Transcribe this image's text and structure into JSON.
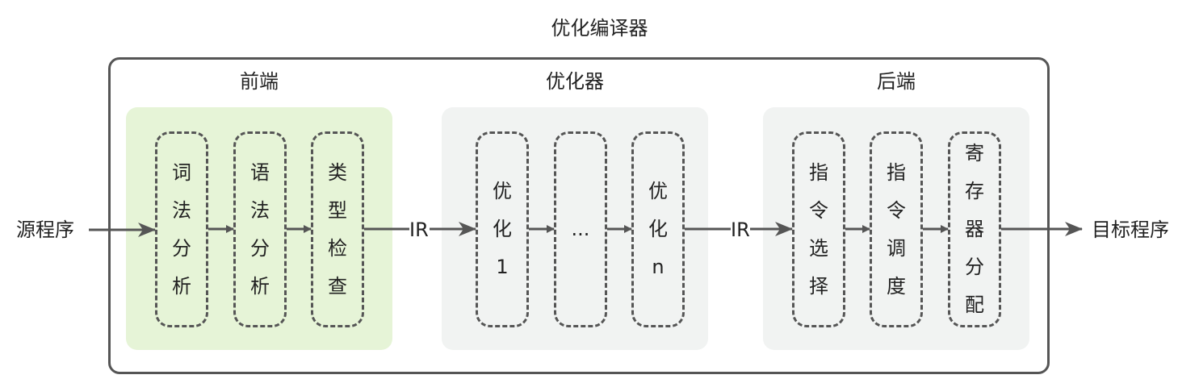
{
  "title": "优化编译器",
  "input_label": "源程序",
  "output_label": "目标程序",
  "ir_label_1": "IR",
  "ir_label_2": "IR",
  "frontend": {
    "title": "前端",
    "stages": [
      {
        "lines": [
          "词",
          "法",
          "分",
          "析"
        ]
      },
      {
        "lines": [
          "语",
          "法",
          "分",
          "析"
        ]
      },
      {
        "lines": [
          "类",
          "型",
          "检",
          "查"
        ]
      }
    ]
  },
  "optimizer": {
    "title": "优化器",
    "stages": [
      {
        "lines": [
          "优",
          "化",
          "1"
        ]
      },
      {
        "lines": [
          "..."
        ]
      },
      {
        "lines": [
          "优",
          "化",
          "n"
        ]
      }
    ]
  },
  "backend": {
    "title": "后端",
    "stages": [
      {
        "lines": [
          "指",
          "令",
          "选",
          "择"
        ]
      },
      {
        "lines": [
          "指",
          "令",
          "调",
          "度"
        ]
      },
      {
        "lines": [
          "寄",
          "存",
          "器",
          "分",
          "配"
        ]
      }
    ]
  },
  "colors": {
    "frontend_panel": "#e6f4d7",
    "other_panels": "#f1f3f2",
    "stroke": "#555555"
  }
}
